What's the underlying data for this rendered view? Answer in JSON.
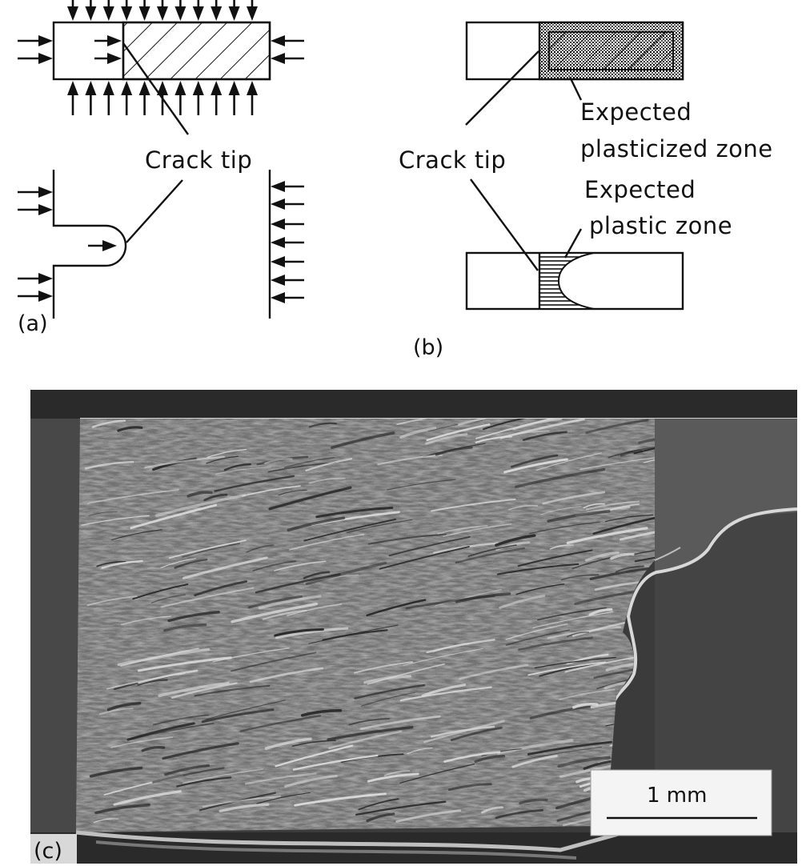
{
  "panels": {
    "a": {
      "label": "(a)",
      "crack_tip_label": "Crack tip"
    },
    "b": {
      "label": "(b)",
      "crack_tip_label": "Crack tip",
      "zone_top_line1": "Expected",
      "zone_top_line2": "plasticized zone",
      "zone_bottom_line1": "Expected",
      "zone_bottom_line2": "plastic zone"
    },
    "c": {
      "label": "(c)",
      "scale_bar_label": "1 mm"
    }
  }
}
